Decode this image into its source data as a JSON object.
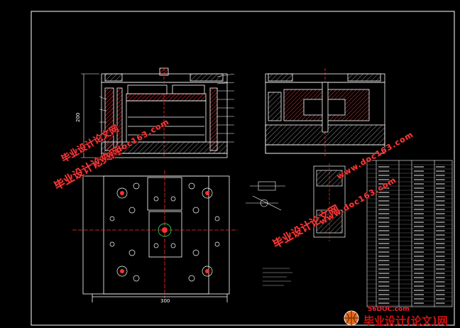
{
  "drawing": {
    "background": "#000000",
    "line_color": "#ffffff",
    "hatch_color": "#ff3030",
    "accent_color": "#33ff66",
    "dimension_vertical": "200",
    "dimension_bottom": "300"
  },
  "watermarks": [
    {
      "text": "毕业设计论文网",
      "style": "wm1"
    },
    {
      "text": "www.doc163.com",
      "style": "wm2"
    },
    {
      "text": "毕业设计论文网",
      "style": "wm1"
    },
    {
      "text": "www.doc163.com",
      "style": "wm2"
    },
    {
      "text": "毕业设计论文网",
      "style": "wm1"
    },
    {
      "text": "www.doc163.com",
      "style": "wm2"
    }
  ],
  "logo": {
    "site": "56DOC.com",
    "name": "毕业设计(论文)网",
    "icon": "basketball-icon"
  }
}
